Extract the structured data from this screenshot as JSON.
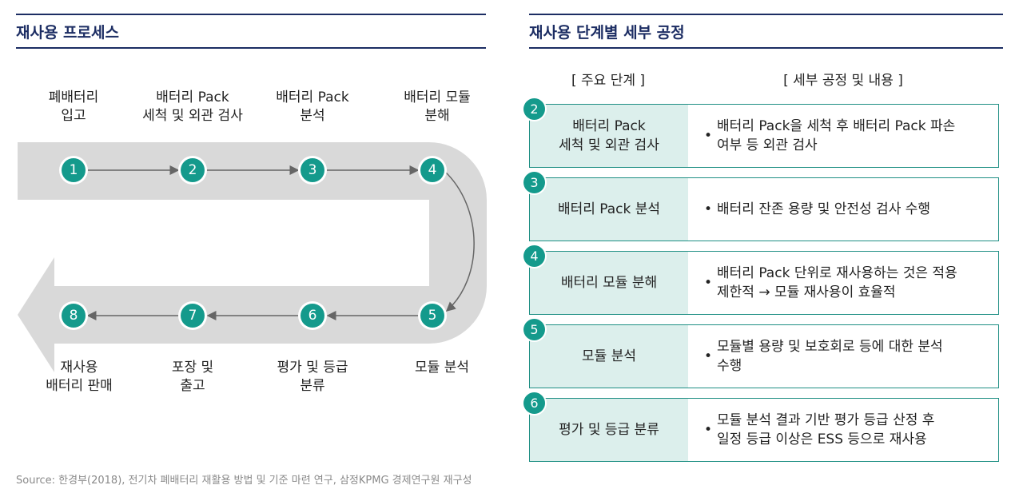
{
  "left_section": {
    "title": "재사용 프로세스"
  },
  "right_section": {
    "title": "재사용 단계별 세부 공정"
  },
  "flow_steps": [
    {
      "number": "1",
      "label": "폐배터리\n입고"
    },
    {
      "number": "2",
      "label": "배터리 Pack\n세척 및 외관 검사"
    },
    {
      "number": "3",
      "label": "배터리 Pack\n분석"
    },
    {
      "number": "4",
      "label": "배터리 모듈\n분해"
    },
    {
      "number": "5",
      "label": "모듈 분석"
    },
    {
      "number": "6",
      "label": "평가 및 등급\n분류"
    },
    {
      "number": "7",
      "label": "포장 및\n출고"
    },
    {
      "number": "8",
      "label": "재사용\n배터리 판매"
    }
  ],
  "table": {
    "header_stage": "[ 주요 단계 ]",
    "header_detail": "[ 세부 공정 및 내용 ]",
    "bullet": "•",
    "rows": [
      {
        "number": "2",
        "stage": "배터리 Pack\n세척 및 외관 검사",
        "detail": "배터리 Pack을 세척 후 배터리 Pack 파손\n여부 등 외관 검사"
      },
      {
        "number": "3",
        "stage": "배터리 Pack 분석",
        "detail": "배터리 잔존 용량 및 안전성 검사 수행"
      },
      {
        "number": "4",
        "stage": "배터리 모듈 분해",
        "detail": "배터리 Pack 단위로 재사용하는 것은 적용\n제한적 → 모듈 재사용이 효율적"
      },
      {
        "number": "5",
        "stage": "모듈 분석",
        "detail": "모듈별 용량 및 보호회로 등에 대한 분석\n수행"
      },
      {
        "number": "6",
        "stage": "평가 및 등급 분류",
        "detail": "모듈 분석 결과 기반 평가 등급 산정 후\n일정 등급 이상은 ESS 등으로 재사용"
      }
    ]
  },
  "source": "Source: 한경부(2018), 전기차 폐배터리 재활용 방법 및 기준 마련 연구, 삼정KPMG 경제연구원 재구성",
  "colors": {
    "teal": "#149a8c",
    "navy": "#1c2d63",
    "band": "#d9d9d9",
    "row_fill": "#dcefec"
  }
}
